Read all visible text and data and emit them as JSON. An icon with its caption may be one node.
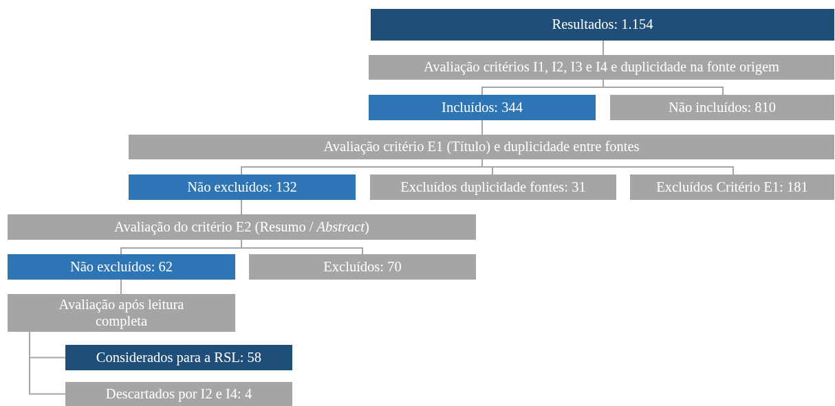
{
  "diagram": {
    "nodes": [
      {
        "text": [
          "Resultados: 1.154"
        ]
      },
      {
        "text": [
          "Avaliação critérios I1, I2, I3 e I4 e duplicidade na fonte origem"
        ]
      },
      {
        "text": [
          "Incluídos: 344"
        ]
      },
      {
        "text": [
          "Não incluídos: 810"
        ]
      },
      {
        "text": [
          "Avaliação critério E1 (Título) e duplicidade entre fontes"
        ]
      },
      {
        "text": [
          "Não excluídos: 132"
        ]
      },
      {
        "text": [
          "Excluídos duplicidade fontes: 31"
        ]
      },
      {
        "text": [
          "Excluídos Critério E1: 181"
        ]
      },
      {
        "text": [
          "Avaliação do critério E2 (Resumo / *Abstract*)"
        ]
      },
      {
        "text": [
          "Não excluídos: 62"
        ]
      },
      {
        "text": [
          "Excluídos: 70"
        ]
      },
      {
        "text": [
          "Avaliação após leitura completa"
        ]
      },
      {
        "text": [
          "Considerados para a RSL: 58"
        ]
      },
      {
        "text": [
          "Descartados por I2 e I4: 4"
        ]
      }
    ],
    "edges": [
      {
        "from": 0,
        "to": 1,
        "arrow": "none"
      },
      {
        "from": 1,
        "to": 2,
        "arrow": "none"
      },
      {
        "from": 1,
        "to": 3,
        "arrow": "none"
      },
      {
        "from": 2,
        "to": 4,
        "arrow": "none"
      },
      {
        "from": 4,
        "to": 5,
        "arrow": "none"
      },
      {
        "from": 4,
        "to": 6,
        "arrow": "none"
      },
      {
        "from": 4,
        "to": 7,
        "arrow": "none"
      },
      {
        "from": 5,
        "to": 8,
        "arrow": "none"
      },
      {
        "from": 8,
        "to": 9,
        "arrow": "none"
      },
      {
        "from": 8,
        "to": 10,
        "arrow": "none"
      },
      {
        "from": 9,
        "to": 11,
        "arrow": "none"
      },
      {
        "from": 11,
        "to": 12,
        "arrow": "none"
      },
      {
        "from": 11,
        "to": 13,
        "arrow": "none"
      }
    ]
  }
}
